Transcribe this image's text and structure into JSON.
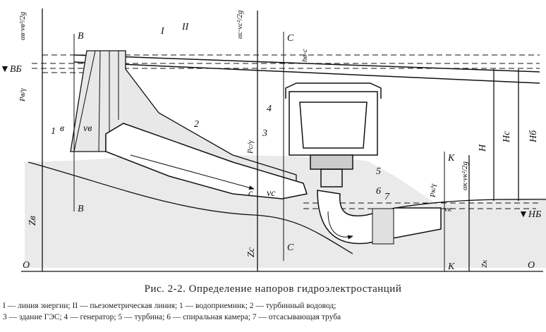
{
  "figure": {
    "title": "Рис. 2-2. Определение напоров гидроэлектростанций",
    "legend_line1": "I — линия энергии; II — пьезометрическая линия; 1 — водоприемник; 2 — турбинный водовод;",
    "legend_line2": "3 — здание ГЭС; 4 — генератор; 5 — турбина; 6 — спиральная камера; 7 — отсасывающая труба"
  },
  "labels": {
    "upstream": "▼ВБ",
    "downstream": "▼НБ",
    "sec_b": "B",
    "sec_c": "C",
    "sec_k": "K",
    "datum": "O",
    "line_i": "I",
    "line_ii": "II",
    "n1": "1",
    "n2": "2",
    "n3": "3",
    "n4": "4",
    "n5": "5",
    "n6": "6",
    "n7": "7",
    "vel_head_b": "αв·vв²/2g",
    "vel_head_c": "αc·vc²/2g",
    "vel_head_k": "αк·vк²/2g",
    "press_b": "Pв/γ",
    "press_c": "Pc/γ",
    "press_k": "Pк/γ",
    "v_b": "vв",
    "v_c": "vc",
    "v_k": "vк",
    "z_b": "Zв",
    "z_c": "Zc",
    "z_k": "Zк",
    "h": "H",
    "h_c": "Hс",
    "h_b": "Hб",
    "h_loss": "hв-с",
    "pt_b": "в",
    "pt_c": "с"
  }
}
